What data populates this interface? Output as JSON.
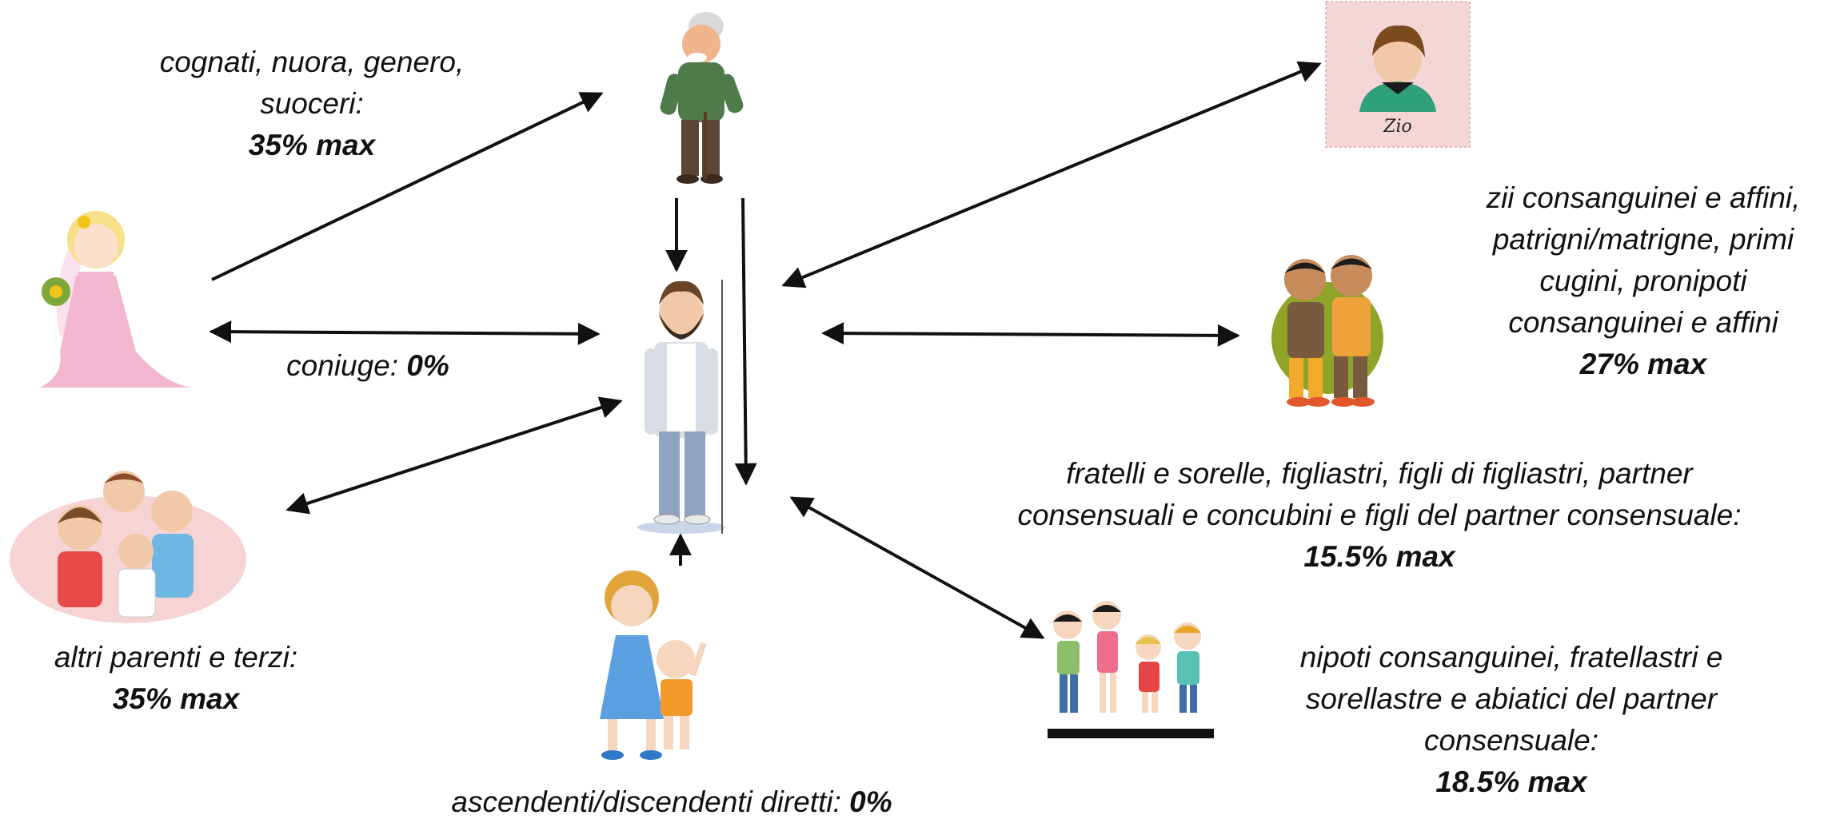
{
  "labels": {
    "inlaws": {
      "lines": [
        "cognati, nuora, genero,",
        "suoceri:"
      ],
      "rate": "35% max"
    },
    "spouse": {
      "text": "coniuge: ",
      "rate": "0%"
    },
    "others": {
      "lines": [
        "altri parenti e terzi:"
      ],
      "rate": "35% max"
    },
    "direct": {
      "text": "ascendenti/discendenti diretti: ",
      "rate": "0%"
    },
    "uncles": {
      "lines": [
        "zii consanguinei e affini,",
        "patrigni/matrigne, primi",
        "cugini, pronipoti",
        "consanguinei e affini"
      ],
      "rate": "27% max"
    },
    "siblings": {
      "lines": [
        "fratelli e sorelle, figliastri, figli di figliastri, partner",
        "consensuali e concubini e figli del partner consensuale:"
      ],
      "rate": "15.5% max"
    },
    "nephews": {
      "lines": [
        "nipoti consanguinei, fratellastri e",
        "sorellastre e abiatici del partner",
        "consensuale:"
      ],
      "rate": "18.5% max"
    }
  },
  "figures": {
    "uncle_card_caption": "Zio",
    "center": "man",
    "top": "elderly-man",
    "bride": "bride",
    "family": "family-group",
    "mother_child": "mother-and-child",
    "brothers": "two-brothers",
    "children": "group-of-children"
  },
  "colors": {
    "arrow": "#111111",
    "card_bg": "#f4d6d6",
    "brothers_circle": "#8ea52a"
  }
}
